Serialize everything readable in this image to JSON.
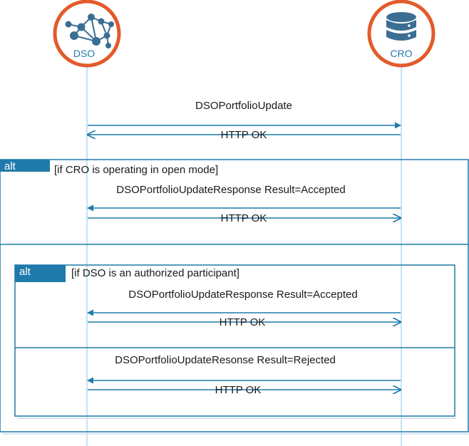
{
  "participants": {
    "dso": {
      "label": "DSO",
      "icon": "network-icon"
    },
    "cro": {
      "label": "CRO",
      "icon": "database-icon"
    }
  },
  "messages": {
    "m1": "DSOPortfolioUpdate",
    "m2": "HTTP OK",
    "m3": "DSOPortfolioUpdateResponse Result=Accepted",
    "m4": "HTTP OK",
    "m5": "DSOPortfolioUpdateResponse Result=Accepted",
    "m6": "HTTP OK",
    "m7": "DSOPortfolioUpdateResonse Result=Rejected",
    "m8": "HTTP OK"
  },
  "fragments": {
    "outer": {
      "keyword": "alt",
      "guard": "[if CRO is operating in open mode]"
    },
    "inner": {
      "keyword": "alt",
      "guard": "[if DSO is an authorized participant]"
    }
  },
  "colors": {
    "accent": "#1f7aab",
    "ring": "#e35a2a",
    "icon": "#3b6e93",
    "lifeline": "#8cc4e6",
    "text": "#1a1a1a"
  }
}
